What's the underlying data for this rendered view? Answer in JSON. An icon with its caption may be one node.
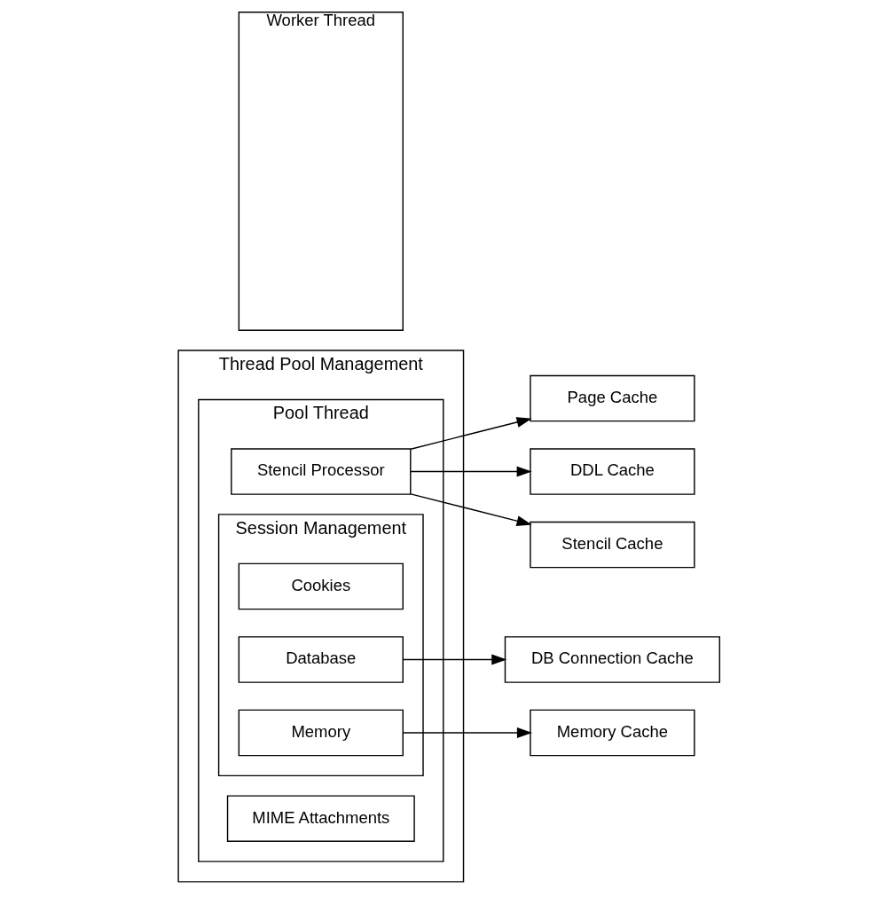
{
  "diagram": {
    "nodes": [
      {
        "text": [
          "Thread Pool Management"
        ]
      },
      {
        "text": [
          "Pool Thread"
        ],
        "in": 0
      },
      {
        "text": [
          "Stencil Processor"
        ],
        "in": 1
      },
      {
        "text": [
          "MIME Attachments"
        ],
        "in": 1
      },
      {
        "text": [
          "Session Management"
        ],
        "in": 1
      },
      {
        "text": [
          "Cookies"
        ],
        "in": 4
      },
      {
        "text": [
          "Database"
        ],
        "in": 4
      },
      {
        "text": [
          "Memory"
        ],
        "in": 4
      },
      {
        "text": [
          "Worker Thread"
        ]
      },
      {
        "text": [
          "Page Cache"
        ]
      },
      {
        "text": [
          "DDL Cache"
        ]
      },
      {
        "text": [
          "Stencil Cache"
        ]
      },
      {
        "text": [
          "DB Connection Cache"
        ]
      },
      {
        "text": [
          "Memory Cache"
        ]
      }
    ],
    "edges": [
      {
        "from": 2,
        "to": 9,
        "arrow": "to"
      },
      {
        "from": 2,
        "to": 10,
        "arrow": "to"
      },
      {
        "from": 2,
        "to": 11,
        "arrow": "to"
      },
      {
        "from": 6,
        "to": 12,
        "arrow": "to"
      },
      {
        "from": 7,
        "to": 13,
        "arrow": "to"
      }
    ]
  }
}
